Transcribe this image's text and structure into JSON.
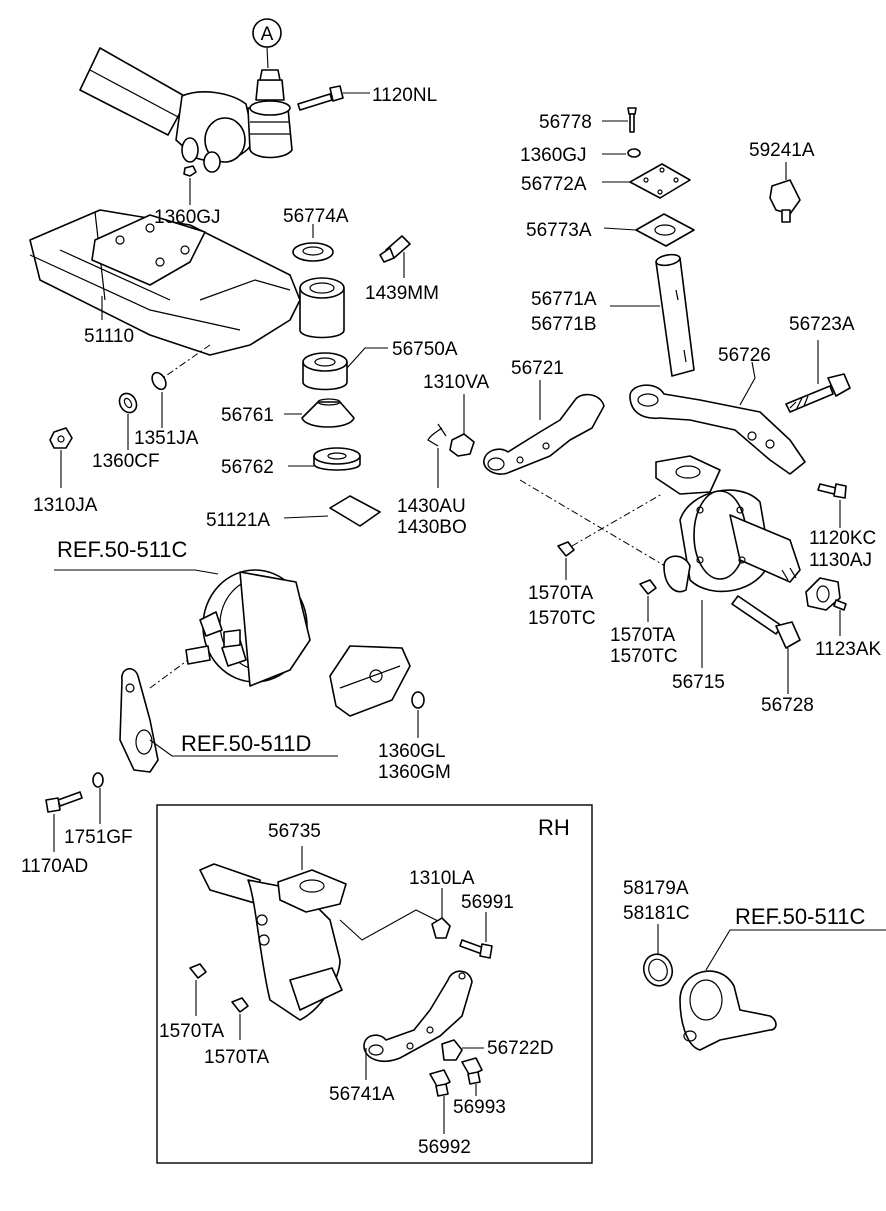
{
  "callout": "A",
  "section_label": "RH",
  "refs": {
    "ref_511C_top": "REF.50-511C",
    "ref_511D": "REF.50-511D",
    "ref_511C_right": "REF.50-511C"
  },
  "parts": {
    "p1120NL": "1120NL",
    "p56778": "56778",
    "p1360GJ_a": "1360GJ",
    "p59241A": "59241A",
    "p56772A": "56772A",
    "p56773A": "56773A",
    "p1360GJ_b": "1360GJ",
    "p56774A": "56774A",
    "p1439MM": "1439MM",
    "p51110": "51110",
    "p56771A": "56771A",
    "p56771B": "56771B",
    "p56723A": "56723A",
    "p56726": "56726",
    "p56750A": "56750A",
    "p56721": "56721",
    "p1310VA": "1310VA",
    "p56761": "56761",
    "p1351JA": "1351JA",
    "p1360CF": "1360CF",
    "p56762": "56762",
    "p1310JA": "1310JA",
    "p1430AU": "1430AU",
    "p1430BO": "1430BO",
    "p51121A": "51121A",
    "p1120KC": "1120KC",
    "p1130AJ": "1130AJ",
    "p1570TA_a": "1570TA",
    "p1570TC_a": "1570TC",
    "p1570TA_b": "1570TA",
    "p1570TC_b": "1570TC",
    "p1123AK": "1123AK",
    "p56715": "56715",
    "p56728": "56728",
    "p1360GL": "1360GL",
    "p1360GM": "1360GM",
    "p1751GF": "1751GF",
    "p1170AD": "1170AD",
    "p56735": "56735",
    "p1310LA": "1310LA",
    "p56991": "56991",
    "p1570TA_c": "1570TA",
    "p1570TA_d": "1570TA",
    "p56722D": "56722D",
    "p56741A": "56741A",
    "p56993": "56993",
    "p56992": "56992",
    "p58179A": "58179A",
    "p58181C": "58181C"
  }
}
